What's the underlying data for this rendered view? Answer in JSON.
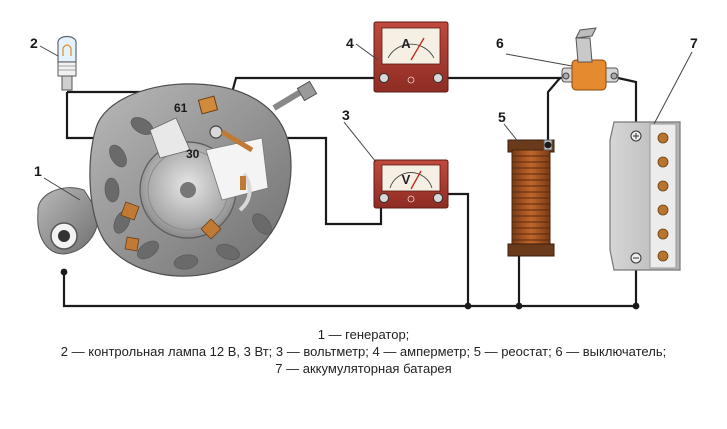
{
  "labels": {
    "n1": "1",
    "n2": "2",
    "n3": "3",
    "n4": "4",
    "n5": "5",
    "n6": "6",
    "n7": "7",
    "terminal_61": "61",
    "terminal_30": "30"
  },
  "meters": {
    "ammeter_symbol": "A",
    "voltmeter_symbol": "V"
  },
  "caption": {
    "line1": "1 — генератор;",
    "line2": "2 — контрольная лампа 12 В, 3 Вт; 3 — вольтметр; 4 — амперметр; 5 — реостат; 6 — выключатель;",
    "line3": "7 — аккумуляторная батарея"
  },
  "colors": {
    "wire": "#1a1a1a",
    "meter_body": "#a8382e",
    "switch_cap": "#e58a2e",
    "battery_terminal": "#b8742c",
    "generator_metal": "#9a9a9a"
  }
}
